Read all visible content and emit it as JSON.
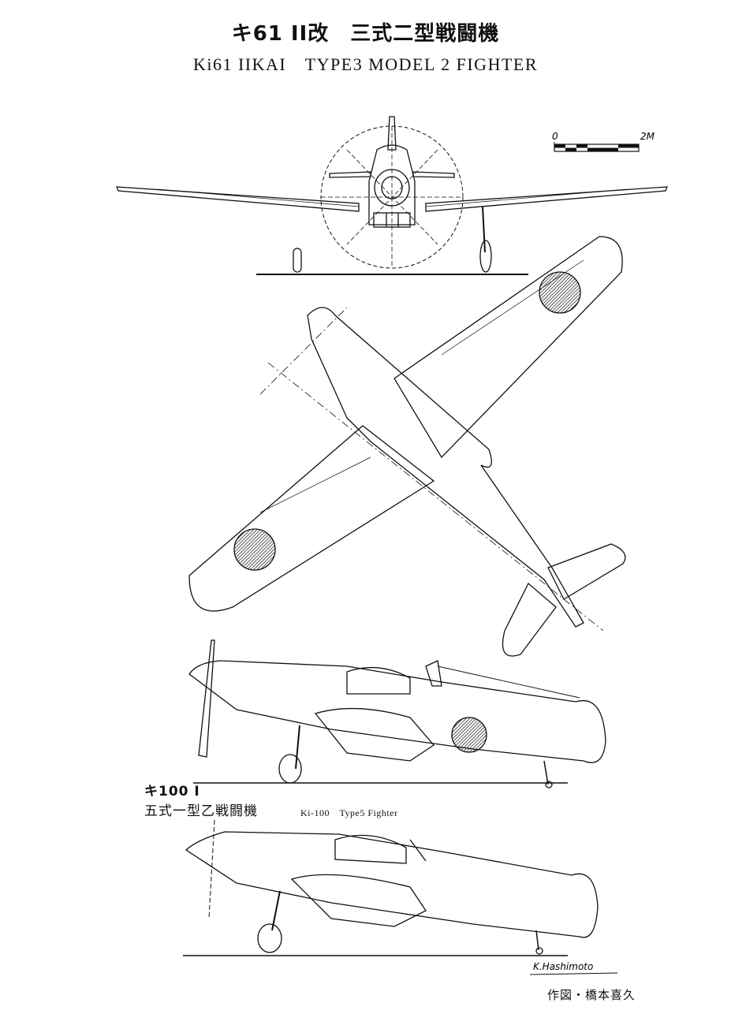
{
  "title": {
    "japanese": "キ61 II改　三式二型戦闘機",
    "english": "Ki61 IIKAI　TYPE3 MODEL 2 FIGHTER"
  },
  "scale_bar": {
    "start_label": "0",
    "end_label": "2M"
  },
  "ki100": {
    "label": "キ100 I",
    "japanese": "五式一型乙戦闘機",
    "english": "Ki-100　Type5 Fighter"
  },
  "signature": "K.Hashimoto",
  "credit": "作図・橋本喜久"
}
